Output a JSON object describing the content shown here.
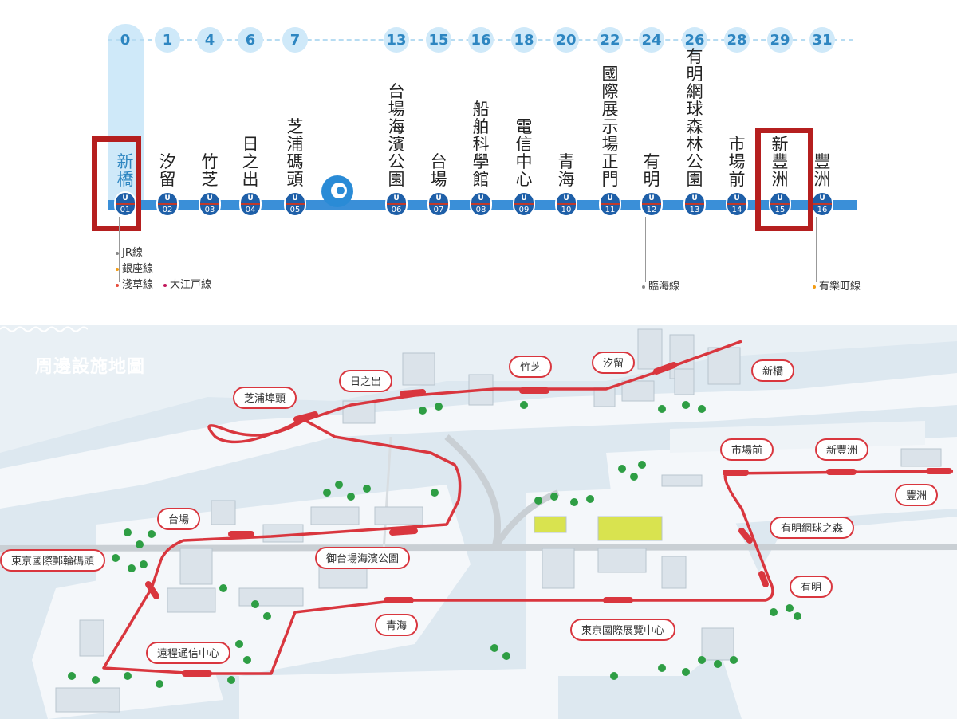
{
  "line": {
    "colors": {
      "rail": "#3a8fd8",
      "badge": "#1e5fa8",
      "minute_circle": "#cfe9f9",
      "highlight_box": "#b51f1f",
      "active_text": "#2e86c1"
    },
    "stations": [
      {
        "minutes": "0",
        "name": "新橋",
        "code": "01",
        "active": true
      },
      {
        "minutes": "1",
        "name": "汐留",
        "code": "02"
      },
      {
        "minutes": "4",
        "name": "竹芝",
        "code": "03"
      },
      {
        "minutes": "6",
        "name": "日之出",
        "code": "04"
      },
      {
        "minutes": "7",
        "name": "芝浦碼頭",
        "code": "05"
      },
      {
        "minutes": "13",
        "name": "台場海濱公園",
        "code": "06"
      },
      {
        "minutes": "15",
        "name": "台場",
        "code": "07"
      },
      {
        "minutes": "16",
        "name": "船舶科學館",
        "code": "08"
      },
      {
        "minutes": "18",
        "name": "電信中心",
        "code": "09"
      },
      {
        "minutes": "20",
        "name": "青海",
        "code": "10"
      },
      {
        "minutes": "22",
        "name": "國際展示場正門",
        "code": "11"
      },
      {
        "minutes": "24",
        "name": "有明",
        "code": "12"
      },
      {
        "minutes": "26",
        "name": "有明網球森林公園",
        "code": "13"
      },
      {
        "minutes": "28",
        "name": "市場前",
        "code": "14"
      },
      {
        "minutes": "29",
        "name": "新豐洲",
        "code": "15"
      },
      {
        "minutes": "31",
        "name": "豐洲",
        "code": "16"
      }
    ],
    "badge_letter": "U",
    "transfers": {
      "shimbashi": [
        "JR線",
        "銀座線",
        "淺草線"
      ],
      "shiodome": "大江戸線",
      "ariake": "臨海線",
      "toyosu": "有樂町線"
    },
    "transfer_colors": [
      "#888888",
      "#f39c12",
      "#e74c3c",
      "#c2185b"
    ]
  },
  "map": {
    "title": "周邊設施地圖",
    "colors": {
      "sea": "#dde8f0",
      "land": "#f4f7fa",
      "route": "#d9363e",
      "tree": "#2e9e44"
    },
    "labels": {
      "shimbashi": "新橋",
      "shiodome": "汐留",
      "takeshiba": "竹芝",
      "hinode": "日之出",
      "shibaura": "芝浦埠頭",
      "daiba": "台場",
      "odaiba_park": "御台場海濱公園",
      "cruise_terminal": "東京國際郵輪碼頭",
      "aomi": "青海",
      "telecom": "遠程通信中心",
      "big_sight": "東京國際展覽中心",
      "ariake": "有明",
      "ariake_forest": "有明網球之森",
      "shijomae": "市場前",
      "shin_toyosu": "新豐洲",
      "toyosu": "豐洲"
    }
  }
}
